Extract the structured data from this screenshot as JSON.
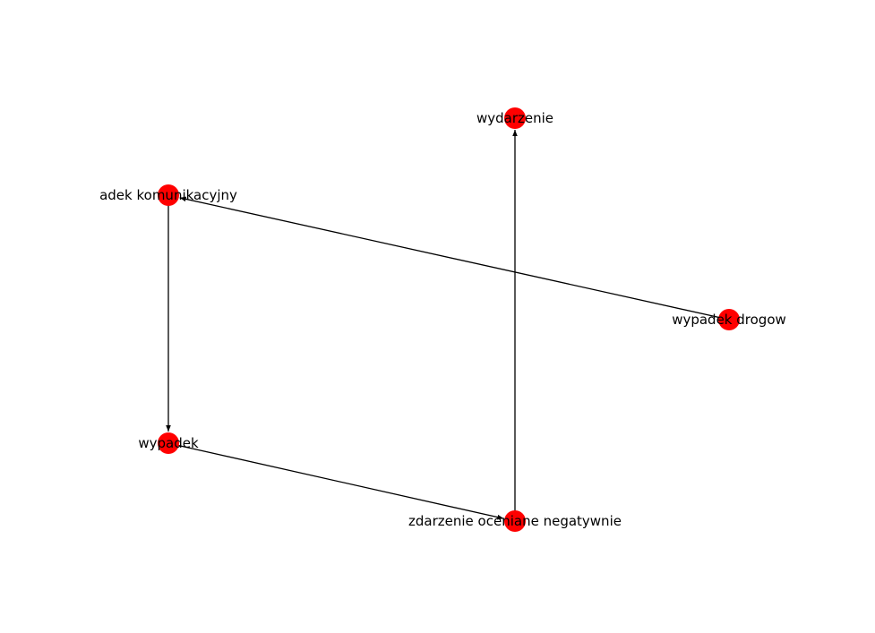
{
  "colors": {
    "node_fill": "#ff0000",
    "edge_stroke": "#000000",
    "label_text": "#000000",
    "background": "#ffffff"
  },
  "nodes": [
    {
      "id": "wydarzenie",
      "label": "wydarzenie"
    },
    {
      "id": "wypadek-komunikacyjny",
      "label": "adek komunikacyjny"
    },
    {
      "id": "wypadek-drogowy",
      "label": "wypadek drogow"
    },
    {
      "id": "wypadek",
      "label": "wypadek"
    },
    {
      "id": "zdarzenie-oceniane-negatywnie",
      "label": "zdarzenie oceniane negatywnie"
    }
  ],
  "edges": [
    {
      "source": "wypadek-drogowy",
      "target": "wypadek-komunikacyjny",
      "directed": true
    },
    {
      "source": "wypadek-komunikacyjny",
      "target": "wypadek",
      "directed": true
    },
    {
      "source": "wypadek",
      "target": "zdarzenie-oceniane-negatywnie",
      "directed": true
    },
    {
      "source": "zdarzenie-oceniane-negatywnie",
      "target": "wydarzenie",
      "directed": true
    }
  ]
}
